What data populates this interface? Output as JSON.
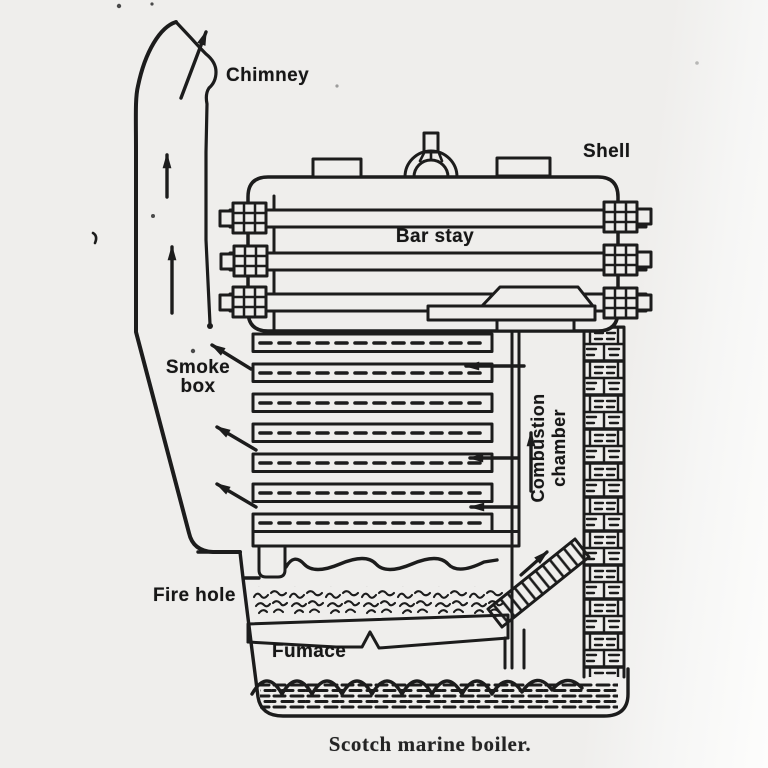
{
  "figure": {
    "caption": "Scotch marine boiler.",
    "subject": "Scotch marine boiler",
    "style": "hand-drawn black-ink engineering sketch (scanned)"
  },
  "labels": {
    "chimney": "Chimney",
    "shell": "Shell",
    "bar_stay": "Bar stay",
    "smoke_box_line1": "Smoke",
    "smoke_box_line2": "box",
    "combustion_chamber_line1": "Combustion",
    "combustion_chamber_line2": "chamber",
    "fire_hole": "Fire hole",
    "furnace": "Fumace"
  },
  "colors": {
    "ink": "#1c1c1c",
    "paper": "#efeeec",
    "paper_highlight": "#fdfdfc"
  }
}
